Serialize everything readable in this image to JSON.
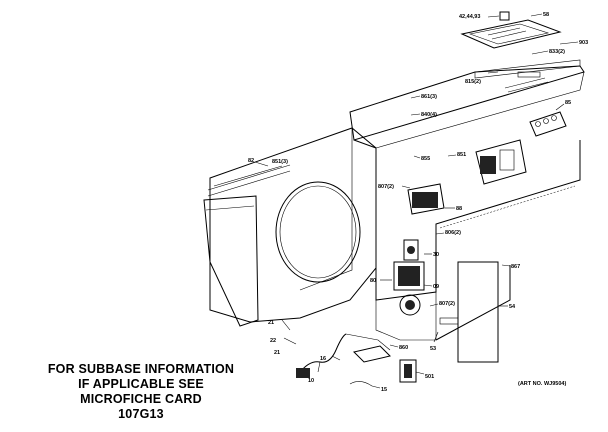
{
  "note": {
    "line1": "FOR SUBBASE INFORMATION",
    "line2": "IF APPLICABLE SEE",
    "line3": "MICROFICHE CARD",
    "line4": "107G13"
  },
  "art_no": "(ART NO. WJ9504)",
  "callouts": {
    "c_top_hw": "42,44,93",
    "c_cover_plate": "58",
    "c_top_panel": "903",
    "c_screw_r": "833(2)",
    "c_screw_l": "815(2)",
    "c_bolt": "861(3)",
    "c_washer": "840(4)",
    "c_terminal": "85",
    "c_fan_panel": "82",
    "c_fan_screws": "851(3)",
    "c_clip": "855",
    "c_relay": "851",
    "c_cap_screw": "807(2)",
    "c_capacitor": "88",
    "c_knob_screw": "806(2)",
    "c_sw1": "30",
    "c_sw2": "80",
    "c_thermo": "09",
    "c_screw_b": "807(2)",
    "c_door_arrow": "867",
    "c_door": "54",
    "c_bracket": "53",
    "c_cord_clamp": "21",
    "c_cable": "22",
    "c_clip2": "21",
    "c_ground": "860",
    "c_plug": "16",
    "c_cord": "10",
    "c_lead": "15",
    "c_box": "501"
  }
}
